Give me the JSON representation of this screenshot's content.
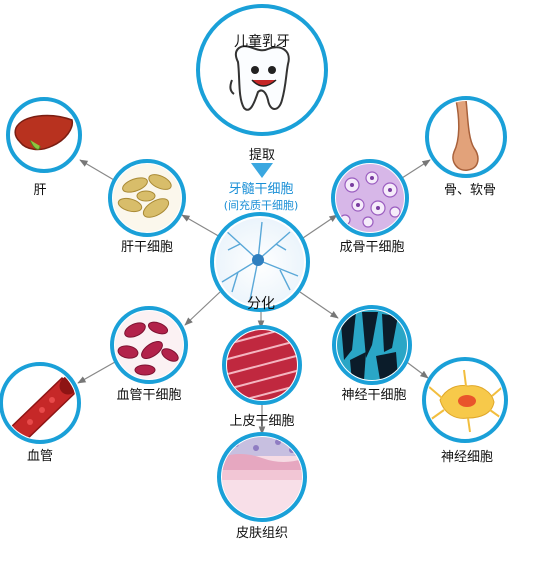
{
  "top": {
    "title": "儿童乳牙",
    "action": "提取"
  },
  "center": {
    "title": "牙髓干细胞",
    "subtitle": "(间充质干细胞)",
    "process": "分化"
  },
  "nodes": {
    "liver_stem": "肝干细胞",
    "liver": "肝",
    "bone_stem": "成骨干细胞",
    "bone": "骨、软骨",
    "vessel_stem": "血管干细胞",
    "vessel": "血管",
    "epithelial_stem": "上皮干细胞",
    "skin": "皮肤组织",
    "neural_stem": "神经干细胞",
    "neuron": "神经细胞"
  },
  "colors": {
    "ring": "#1aa0d8",
    "arrow": "#777777",
    "accent": "#3aa7e0"
  }
}
